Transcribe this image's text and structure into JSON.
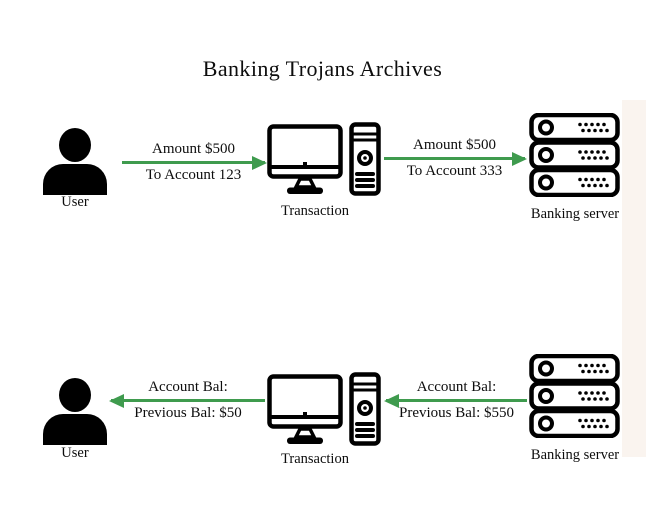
{
  "page": {
    "title": "Banking Trojans Archives"
  },
  "colors": {
    "arrow_green": "#3f9b4e",
    "icon_black": "#000000",
    "background": "#ffffff",
    "right_edge_strip": "#faf4ef"
  },
  "rows": [
    {
      "user_label": "User",
      "transaction_label": "Transaction",
      "server_label": "Banking server",
      "left_arrow": {
        "direction": "right",
        "label_top": "Amount $500",
        "label_bottom": "To Account 123"
      },
      "right_arrow": {
        "direction": "right",
        "label_top": "Amount $500",
        "label_bottom": "To Account 333"
      }
    },
    {
      "user_label": "User",
      "transaction_label": "Transaction",
      "server_label": "Banking server",
      "left_arrow": {
        "direction": "left",
        "label_top": "Account Bal:",
        "label_bottom": "Previous Bal: $50"
      },
      "right_arrow": {
        "direction": "left",
        "label_top": "Account Bal:",
        "label_bottom": "Previous Bal: $550"
      }
    }
  ]
}
